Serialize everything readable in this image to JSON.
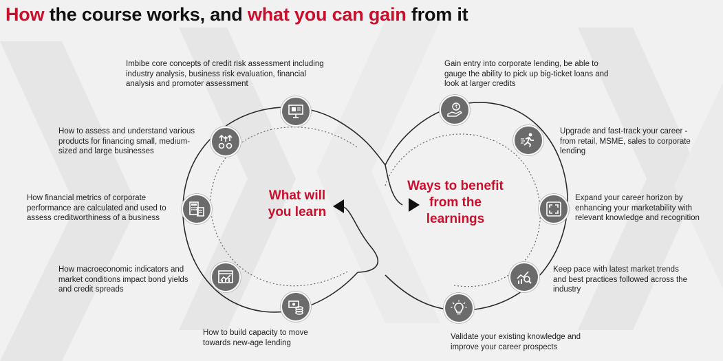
{
  "title": {
    "part1": "How",
    "part2": " the course works, and ",
    "part3": "what you can gain",
    "part4": " from it"
  },
  "center": {
    "learn_line1": "What will",
    "learn_line2": "you learn",
    "benefit_line1": "Ways to benefit",
    "benefit_line2": "from the",
    "benefit_line3": "learnings"
  },
  "learn_items": [
    {
      "icon": "presentation-board-icon",
      "text": "Imbibe core concepts of credit risk assessment including industry analysis, business risk evaluation, financial analysis and promoter assessment"
    },
    {
      "icon": "gears-growth-icon",
      "text": "How to assess and understand various products for financing small, medium-sized and large businesses"
    },
    {
      "icon": "calculator-document-icon",
      "text": "How financial metrics of corporate performance are calculated and used to assess creditworthiness of a business"
    },
    {
      "icon": "market-chart-window-icon",
      "text": "How macroeconomic indicators and market conditions impact bond yields and credit spreads"
    },
    {
      "icon": "cash-coins-icon",
      "text": "How to build capacity to move towards new-age lending"
    }
  ],
  "benefit_items": [
    {
      "icon": "rupee-hand-icon",
      "text": "Gain entry into corporate lending, be able to gauge the ability to pick up big-ticket loans and look at larger credits"
    },
    {
      "icon": "running-person-icon",
      "text": "Upgrade and fast-track your career - from retail, MSME, sales to corporate lending"
    },
    {
      "icon": "expand-arrows-icon",
      "text": "Expand your career horizon by enhancing your marketability with relevant knowledge and recognition"
    },
    {
      "icon": "trend-magnifier-icon",
      "text": "Keep pace with latest market trends and best practices followed across the industry"
    },
    {
      "icon": "lightbulb-icon",
      "text": "Validate your existing knowledge and improve your career prospects"
    }
  ],
  "colors": {
    "accent": "#c8102e",
    "icon_bg": "#6b6b6b",
    "line": "#2a2a2a",
    "background": "#f1f1f1"
  }
}
